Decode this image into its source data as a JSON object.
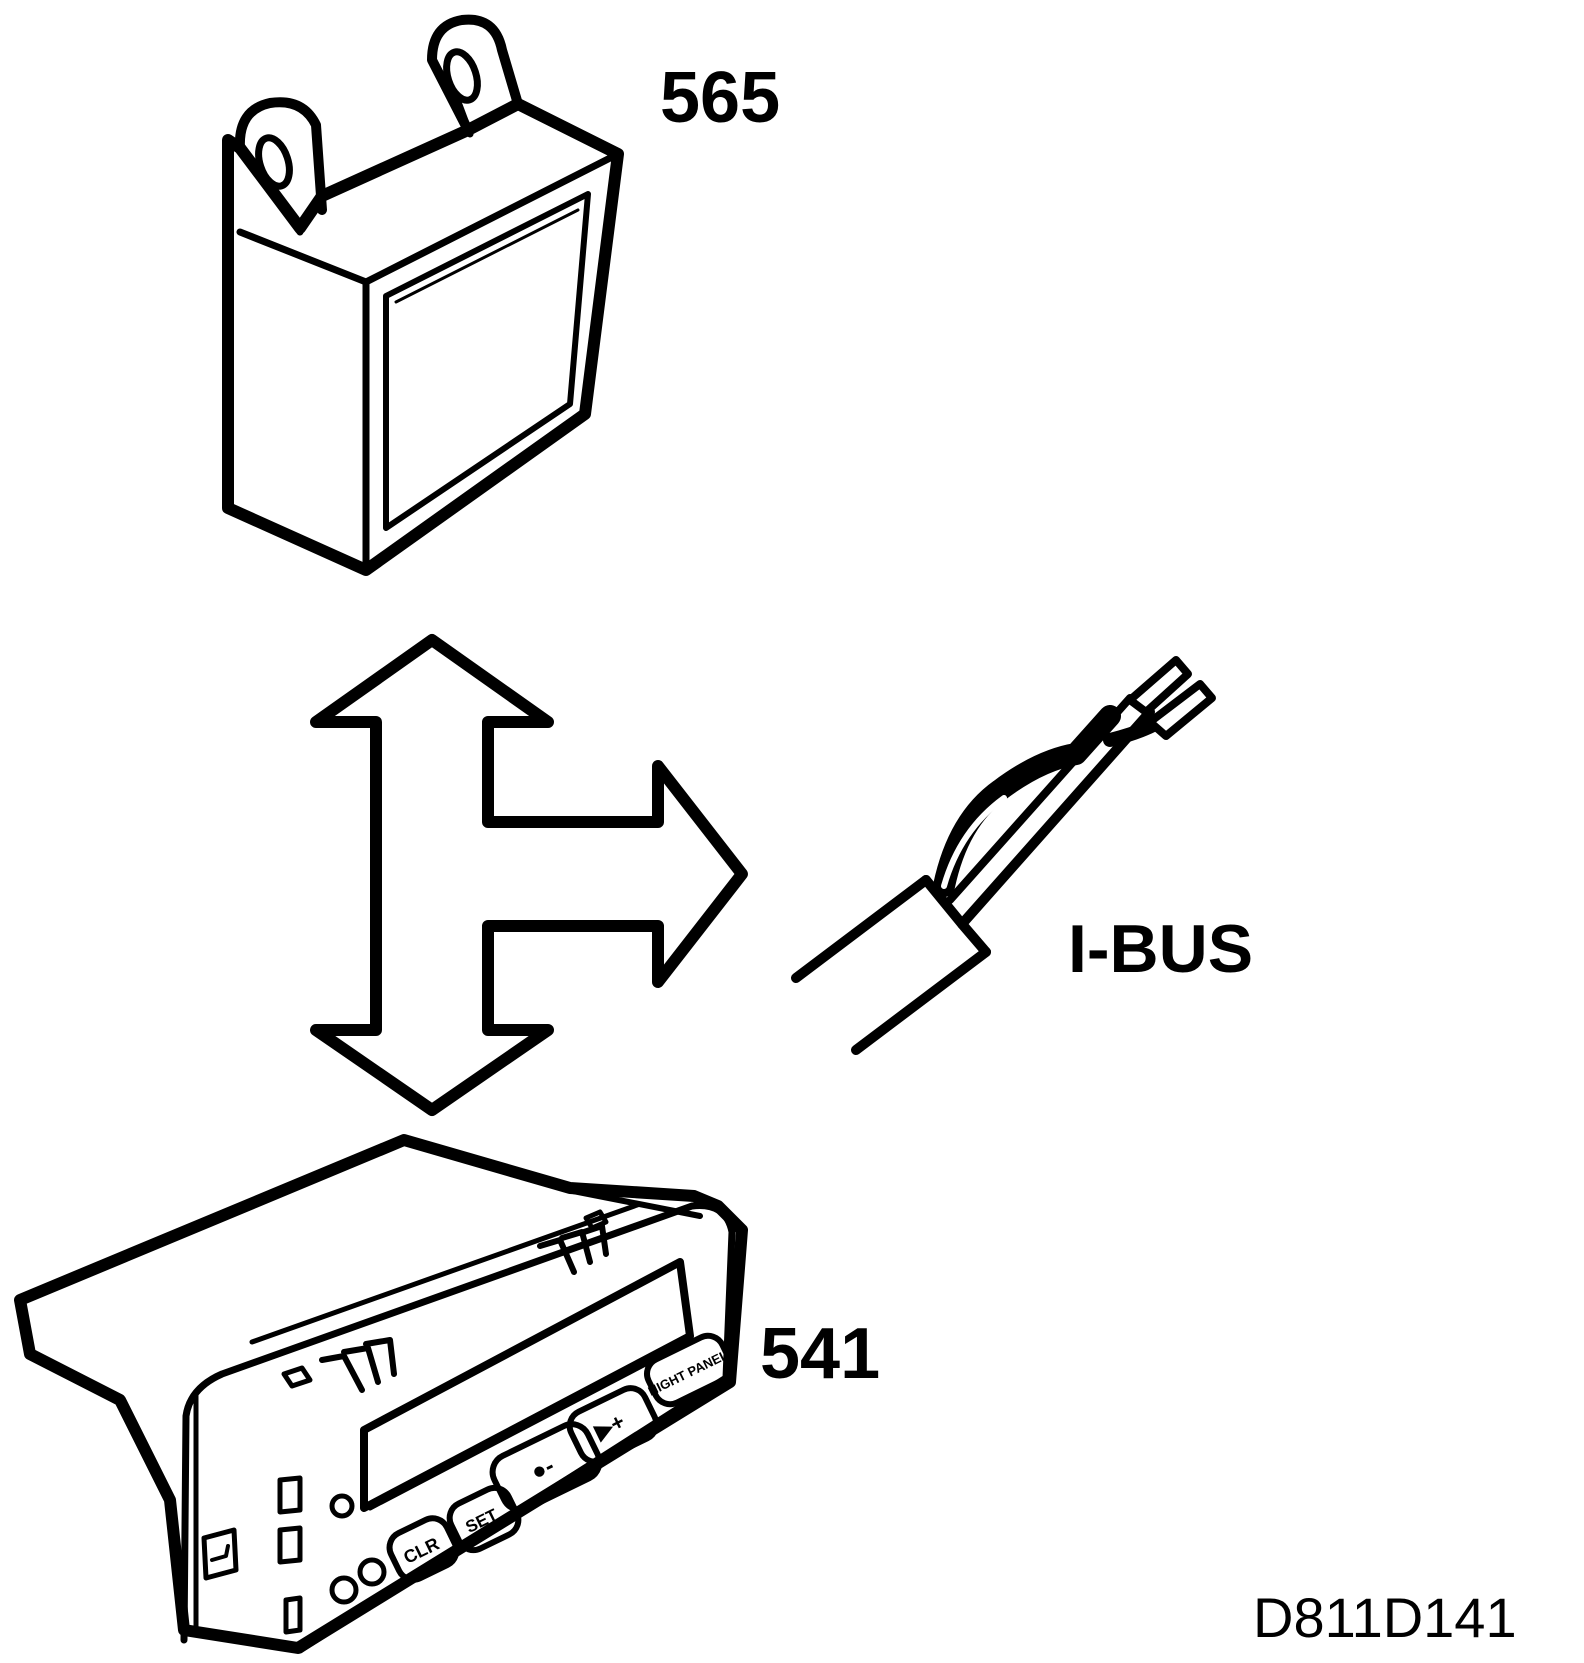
{
  "callouts": {
    "module_top": "565",
    "module_bottom": "541",
    "bus": "I-BUS"
  },
  "figure_ref": "D811D141",
  "panel_buttons": {
    "clr": "CLR",
    "set": "SET",
    "minus": "●-",
    "plus": "▶+",
    "night_panel": "NIGHT PANEL"
  }
}
